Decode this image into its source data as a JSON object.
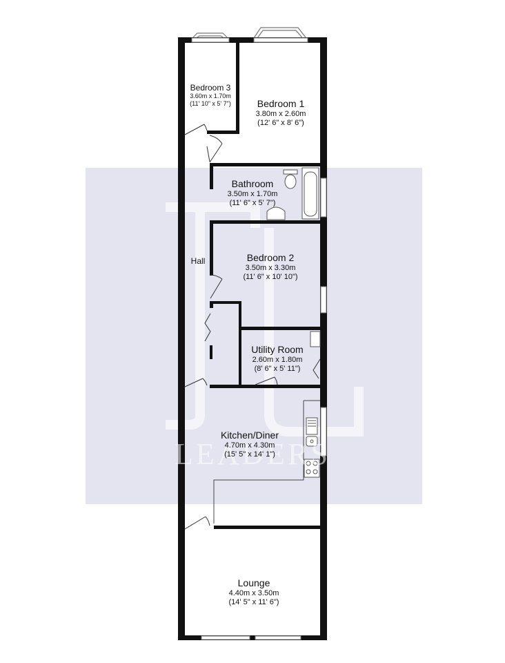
{
  "watermark": {
    "text": "LEADERS"
  },
  "rooms": {
    "bedroom3": {
      "name": "Bedroom 3",
      "metric": "3.60m x 1.70m",
      "imperial": "(11' 10\" x 5' 7\")"
    },
    "bedroom1": {
      "name": "Bedroom 1",
      "metric": "3.80m x 2.60m",
      "imperial": "(12' 6\" x 8' 6\")"
    },
    "bathroom": {
      "name": "Bathroom",
      "metric": "3.50m x 1.70m",
      "imperial": "(11' 6\" x 5' 7\")"
    },
    "hall": {
      "name": "Hall"
    },
    "bedroom2": {
      "name": "Bedroom 2",
      "metric": "3.50m x 3.30m",
      "imperial": "(11' 6\" x 10' 10\")"
    },
    "utility": {
      "name": "Utility Room",
      "metric": "2.60m x 1.80m",
      "imperial": "(8' 6\" x 5' 11\")"
    },
    "kitchen": {
      "name": "Kitchen/Diner",
      "metric": "4.70m x 4.30m",
      "imperial": "(15' 5\" x 14' 1\")"
    },
    "lounge": {
      "name": "Lounge",
      "metric": "4.40m x 3.50m",
      "imperial": "(14' 5\" x 11' 6\")"
    }
  },
  "colors": {
    "wall": "#111111",
    "watermark_band": "#e4e4f0",
    "background": "#ffffff"
  }
}
